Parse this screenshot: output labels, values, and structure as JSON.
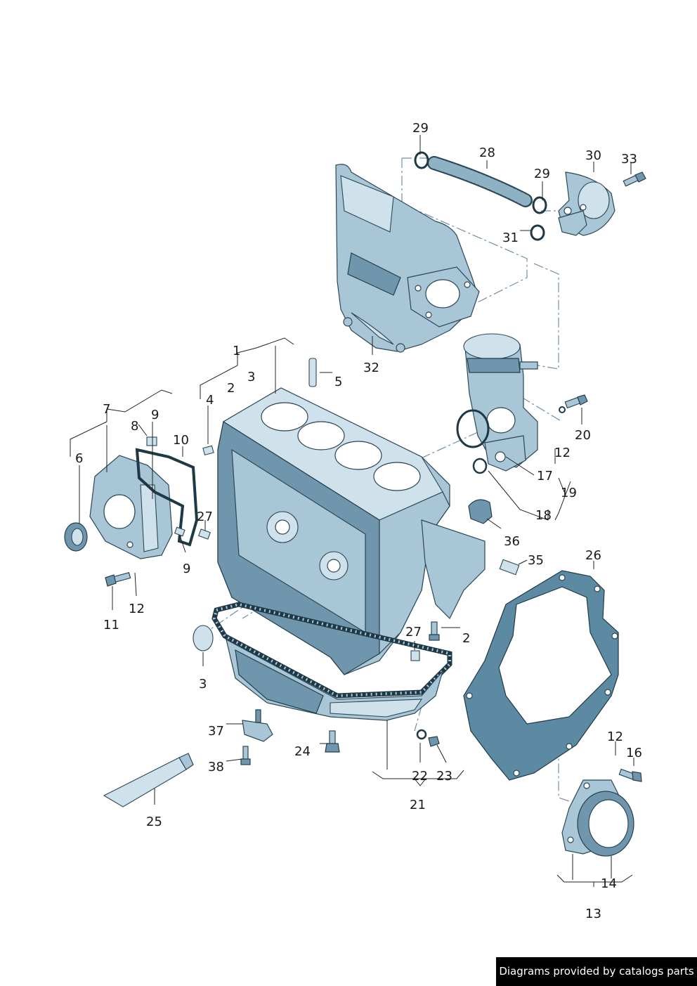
{
  "labels": {
    "l1": "1",
    "l2a": "2",
    "l2b": "2",
    "l3a": "3",
    "l3b": "3",
    "l4": "4",
    "l5": "5",
    "l6": "6",
    "l7": "7",
    "l8": "8",
    "l9a": "9",
    "l9b": "9",
    "l10": "10",
    "l11": "11",
    "l12a": "12",
    "l12b": "12",
    "l12c": "12",
    "l13": "13",
    "l14": "14",
    "l16": "16",
    "l17": "17",
    "l18": "18",
    "l19": "19",
    "l20": "20",
    "l21": "21",
    "l22": "22",
    "l23": "23",
    "l24": "24",
    "l25": "25",
    "l26": "26",
    "l27a": "27",
    "l27b": "27",
    "l28": "28",
    "l29a": "29",
    "l29b": "29",
    "l30": "30",
    "l31": "31",
    "l32": "32",
    "l33": "33",
    "l35": "35",
    "l36": "36",
    "l37": "37",
    "l38": "38"
  },
  "footer": {
    "text": "Diagrams provided by catalogs parts"
  },
  "colors": {
    "part": "#a9c6d6",
    "outline": "#2b4757",
    "gasket": "#5d8aa3",
    "dash": "#6f8fa6"
  }
}
